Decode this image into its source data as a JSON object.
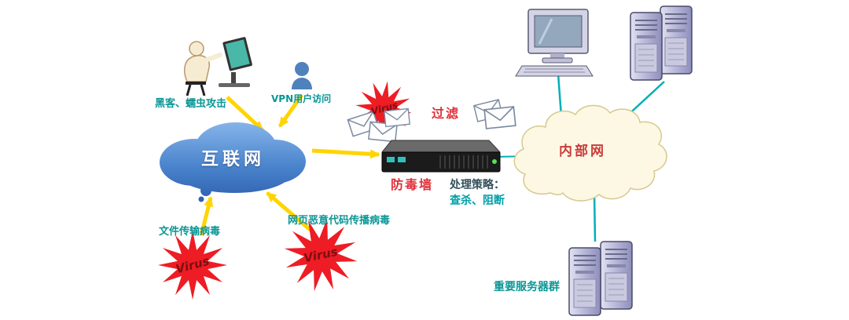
{
  "diagram": {
    "labels": {
      "hacker": "黑客、蠕虫攻击",
      "vpn_user": "VPN用户访问",
      "internet": "互联网",
      "mail_filter": "过滤",
      "firewall": "防毒墙",
      "policy_title": "处理策略：",
      "policy_actions": "查杀、阻断",
      "intranet": "内部网",
      "file_virus": "文件传输病毒",
      "web_virus": "网页恶意代码传播病毒",
      "server_group": "重要服务器群",
      "virus": "Virus"
    },
    "colors": {
      "internet_cloud": "#4a84cc",
      "intranet_fill": "#fcf8e4",
      "intranet_outline": "#d6c98e",
      "arrow_yellow": "#ffd400",
      "connector_teal": "#00b0b8",
      "virus_red": "#ee1c24",
      "label_teal": "#0a9696",
      "label_red": "#e03038"
    }
  }
}
